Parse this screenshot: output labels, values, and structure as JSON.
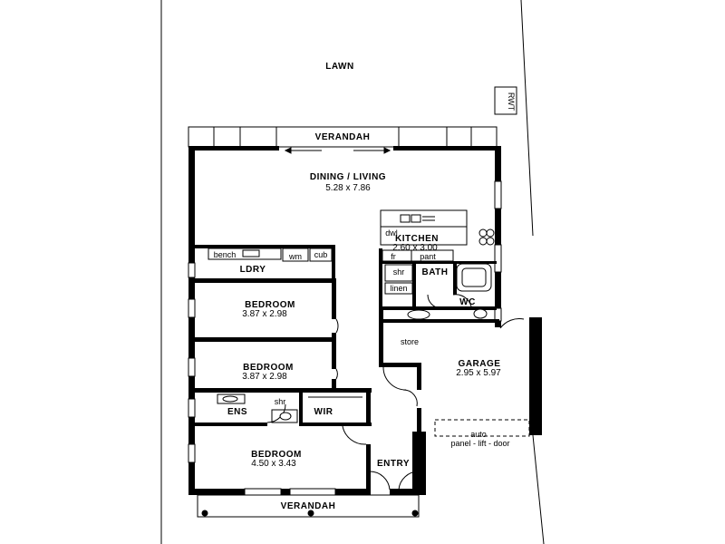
{
  "labels": {
    "lawn": "LAWN",
    "rwt": "RWT",
    "verandah_top": "VERANDAH",
    "verandah_bottom": "VERANDAH",
    "dining_living": "DINING / LIVING",
    "dining_living_dim": "5.28 x 7.86",
    "kitchen": "KITCHEN",
    "kitchen_dim": "2.60 x 3.00",
    "dwl": "dwl",
    "fr": "fr",
    "pant": "pant",
    "bench": "bench",
    "wm": "wm",
    "cub": "cub",
    "ldry": "LDRY",
    "shr_bath": "shr",
    "bath": "BATH",
    "linen": "linen",
    "wc": "WC",
    "bedroom1": "BEDROOM",
    "bedroom1_dim": "3.87 x 2.98",
    "bedroom2": "BEDROOM",
    "bedroom2_dim": "3.87 x 2.98",
    "store": "store",
    "garage": "GARAGE",
    "garage_dim": "2.95 x 5.97",
    "ens": "ENS",
    "shr_ens": "shr",
    "wir": "WIR",
    "bedroom3": "BEDROOM",
    "bedroom3_dim": "4.50 x 3.43",
    "entry": "ENTRY",
    "auto": "auto",
    "garage_door": "panel - lift - door"
  }
}
